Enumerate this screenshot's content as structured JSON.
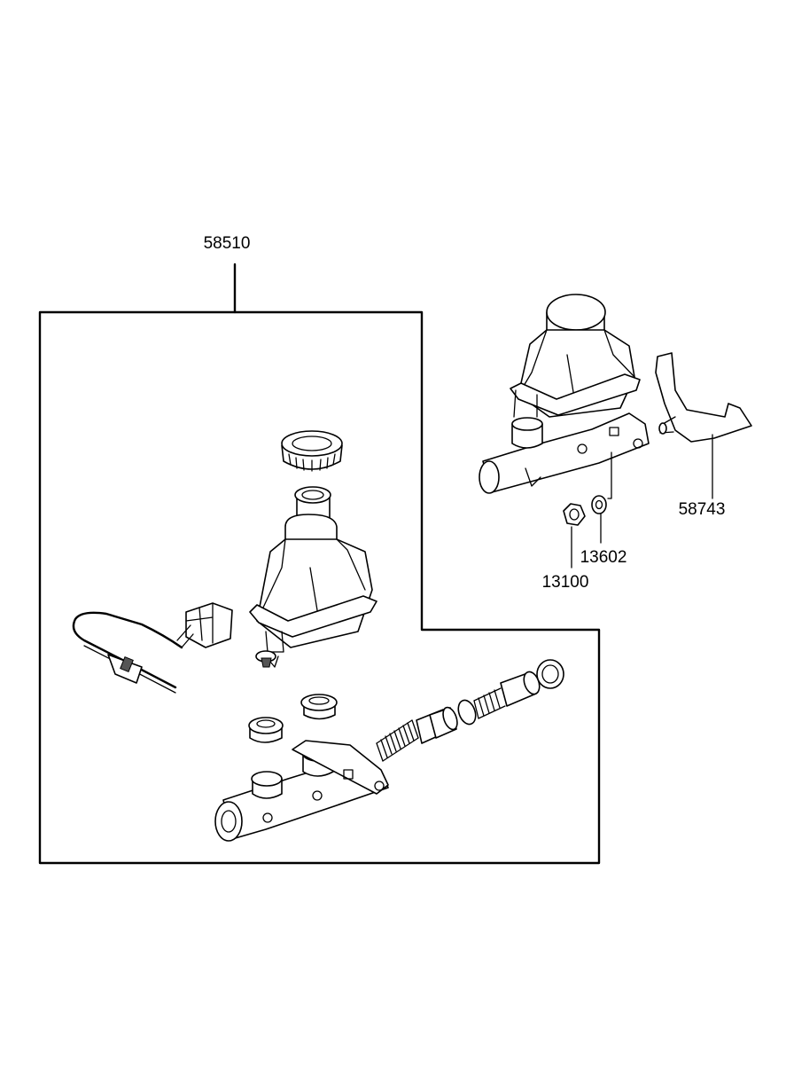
{
  "labels": {
    "assembly": "58510",
    "bracket": "58743",
    "washer": "13602",
    "nut": "13100"
  }
}
